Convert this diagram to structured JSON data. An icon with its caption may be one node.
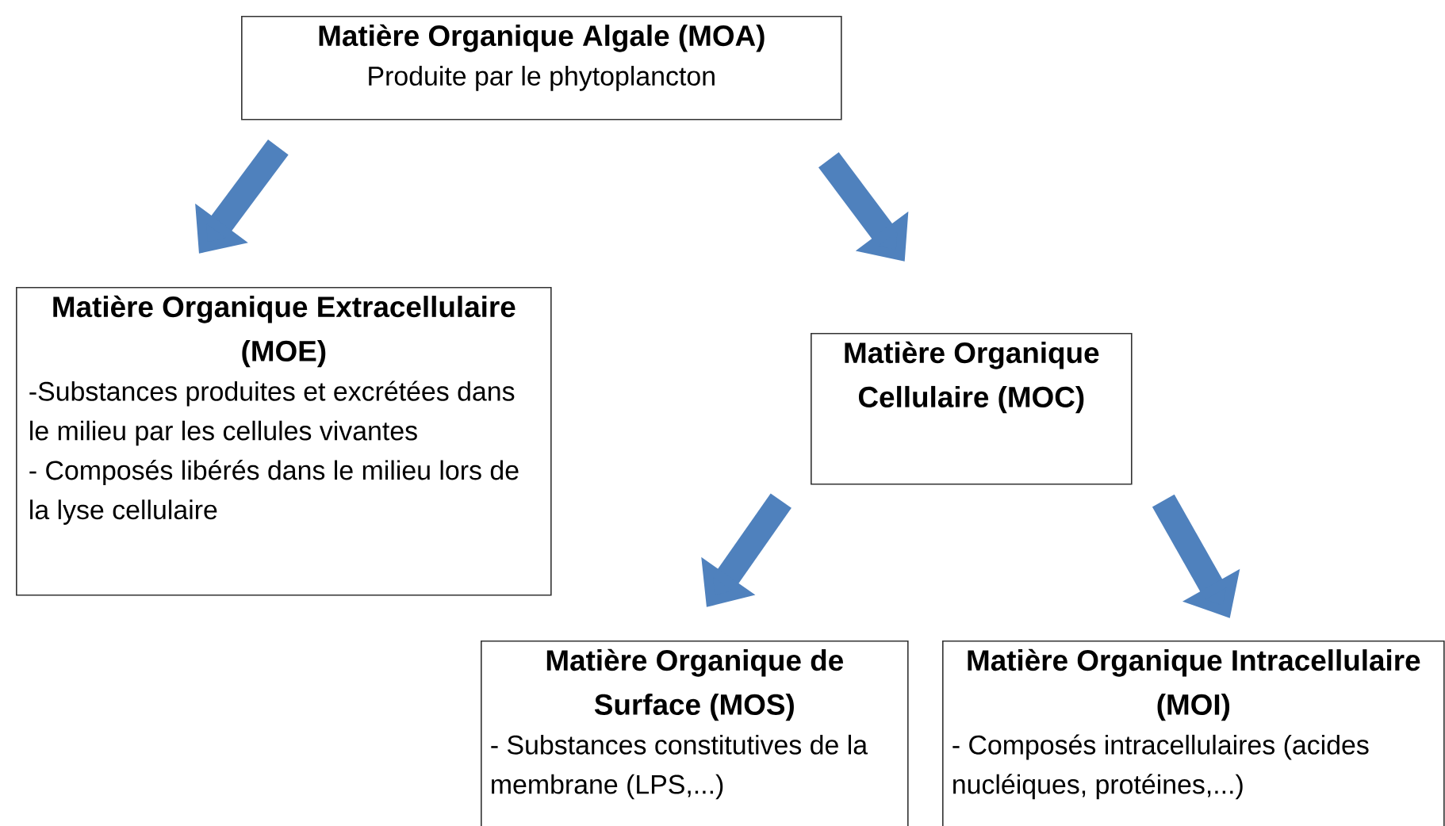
{
  "diagram": {
    "nodes": [
      {
        "text": [
          "Matière Organique Algale (MOA)",
          "Produite par le phytoplancton"
        ]
      },
      {
        "text": [
          "Matière Organique Extracellulaire (MOE)",
          "-Substances produites et excrétées dans le milieu par les cellules vivantes",
          "- Composés libérés dans le milieu lors de la lyse cellulaire"
        ]
      },
      {
        "text": [
          "Matière Organique Cellulaire (MOC)"
        ]
      },
      {
        "text": [
          "Matière Organique de Surface (MOS)",
          "- Substances constitutives de la membrane (LPS,...)"
        ]
      },
      {
        "text": [
          "Matière Organique Intracellulaire (MOI)",
          "- Composés intracellulaires (acides nucléiques, protéines,...)"
        ]
      }
    ],
    "edges": [
      {
        "from": 0,
        "to": 1,
        "arrow": "to"
      },
      {
        "from": 0,
        "to": 2,
        "arrow": "to"
      },
      {
        "from": 2,
        "to": 3,
        "arrow": "to"
      },
      {
        "from": 2,
        "to": 4,
        "arrow": "to"
      }
    ]
  }
}
